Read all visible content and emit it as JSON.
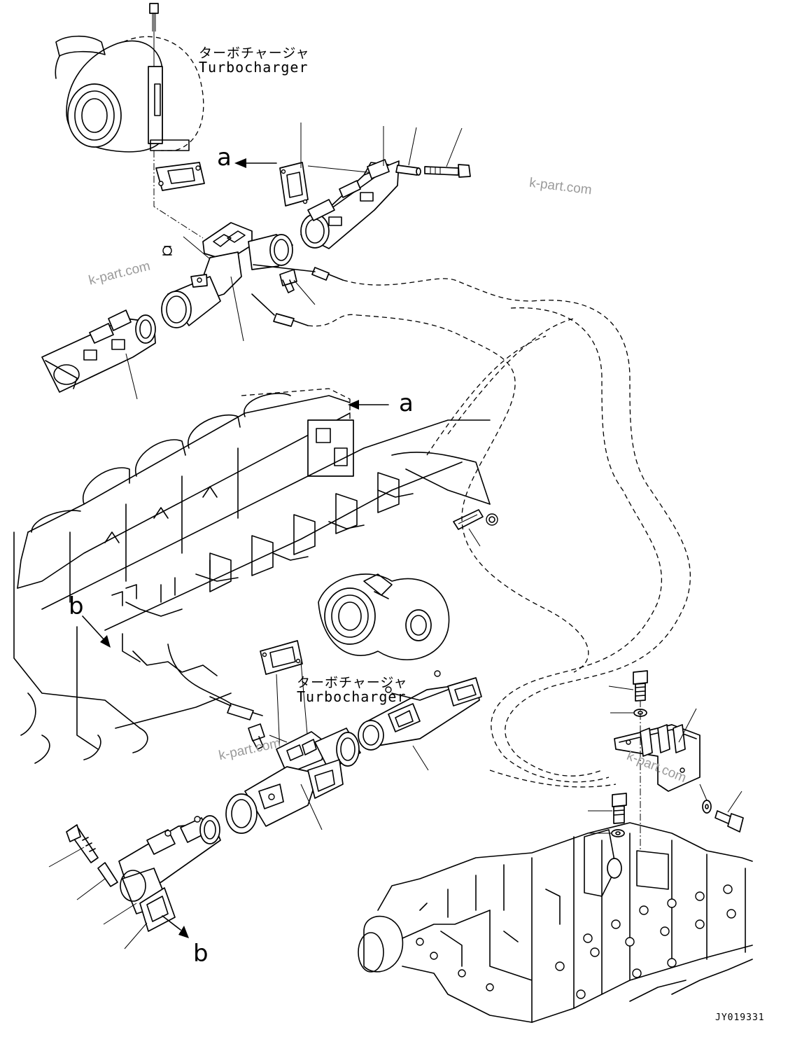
{
  "labels": {
    "turbo_top_jp": "ターボチャージャ",
    "turbo_top_en": "Turbocharger",
    "turbo_mid_jp": "ターボチャージャ",
    "turbo_mid_en": "Turbocharger",
    "ref_a_top": "a",
    "ref_a_mid": "a",
    "ref_b_mid": "b",
    "ref_b_bottom": "b",
    "drawing_code": "JY019331"
  },
  "watermarks": {
    "w1": "k-part.com",
    "w2": "k-part.com",
    "w3": "k-part.com",
    "w4": "k-part.com"
  }
}
